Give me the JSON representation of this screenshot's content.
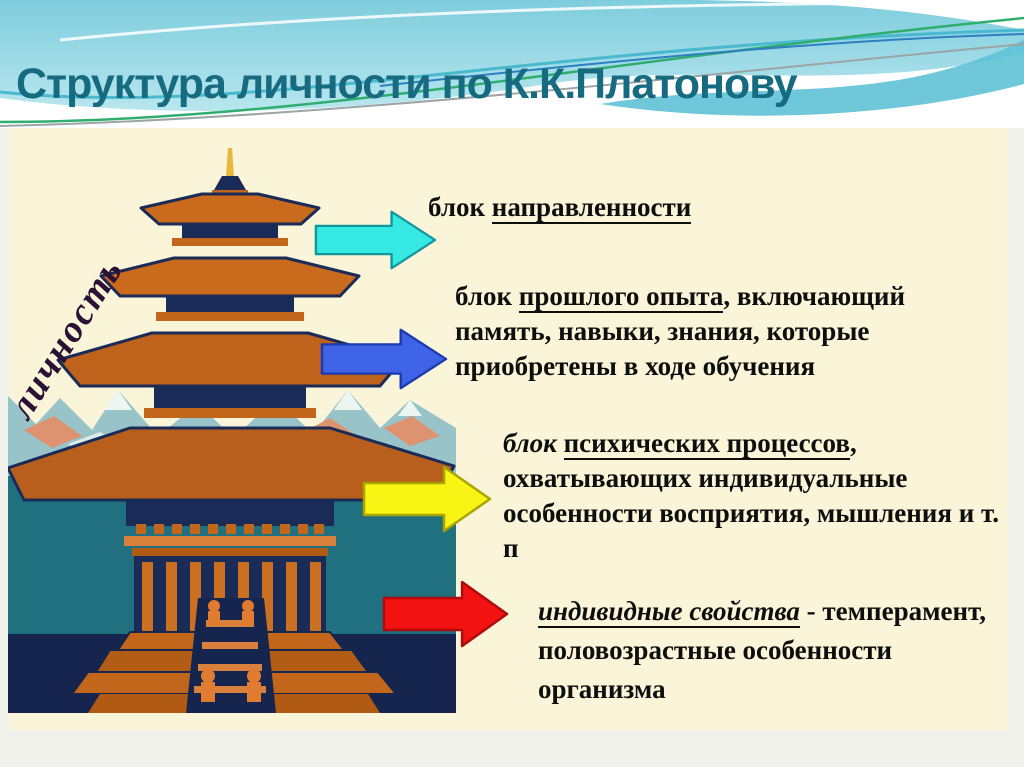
{
  "header": {
    "title": "Структура личности по К.К.Платонову"
  },
  "illustration": {
    "vertical_label": "личность"
  },
  "blocks": {
    "direction": {
      "lead": "блок ",
      "term": "направленности"
    },
    "past_experience": {
      "lead": "блок ",
      "term": "прошлого опыта",
      "rest": ", включающий память, навыки, знания, которые приобретены в ходе обучения"
    },
    "mental_processes": {
      "lead": "блок ",
      "term": "психических процессов",
      "rest": ", охватывающих индивидуальные особенности восприятия, мышления и т. п"
    },
    "individual_properties": {
      "term": "индивидные свойства",
      "rest": " - темперамент, половозрастные особенности организма"
    }
  },
  "arrows": {
    "direction": {
      "fill": "#35E8E2",
      "stroke": "#12969E"
    },
    "past_experience": {
      "fill": "#3F63E6",
      "stroke": "#1C3AAE"
    },
    "mental_processes": {
      "fill": "#F8F414",
      "stroke": "#A9A400"
    },
    "individual_properties": {
      "fill": "#F21212",
      "stroke": "#B00A0A"
    }
  },
  "colors": {
    "title_text": "#176B80",
    "panel_background": "#FAF4D8",
    "body_text": "#0E0E0E",
    "vertical_label_text": "#2B1133",
    "pagoda_roof_orange": "#C2661C",
    "pagoda_navy": "#1B2B57",
    "sea_teal": "#20707F",
    "mountain_blue": "#98C4C9",
    "mountain_salmon": "#DD9270"
  }
}
